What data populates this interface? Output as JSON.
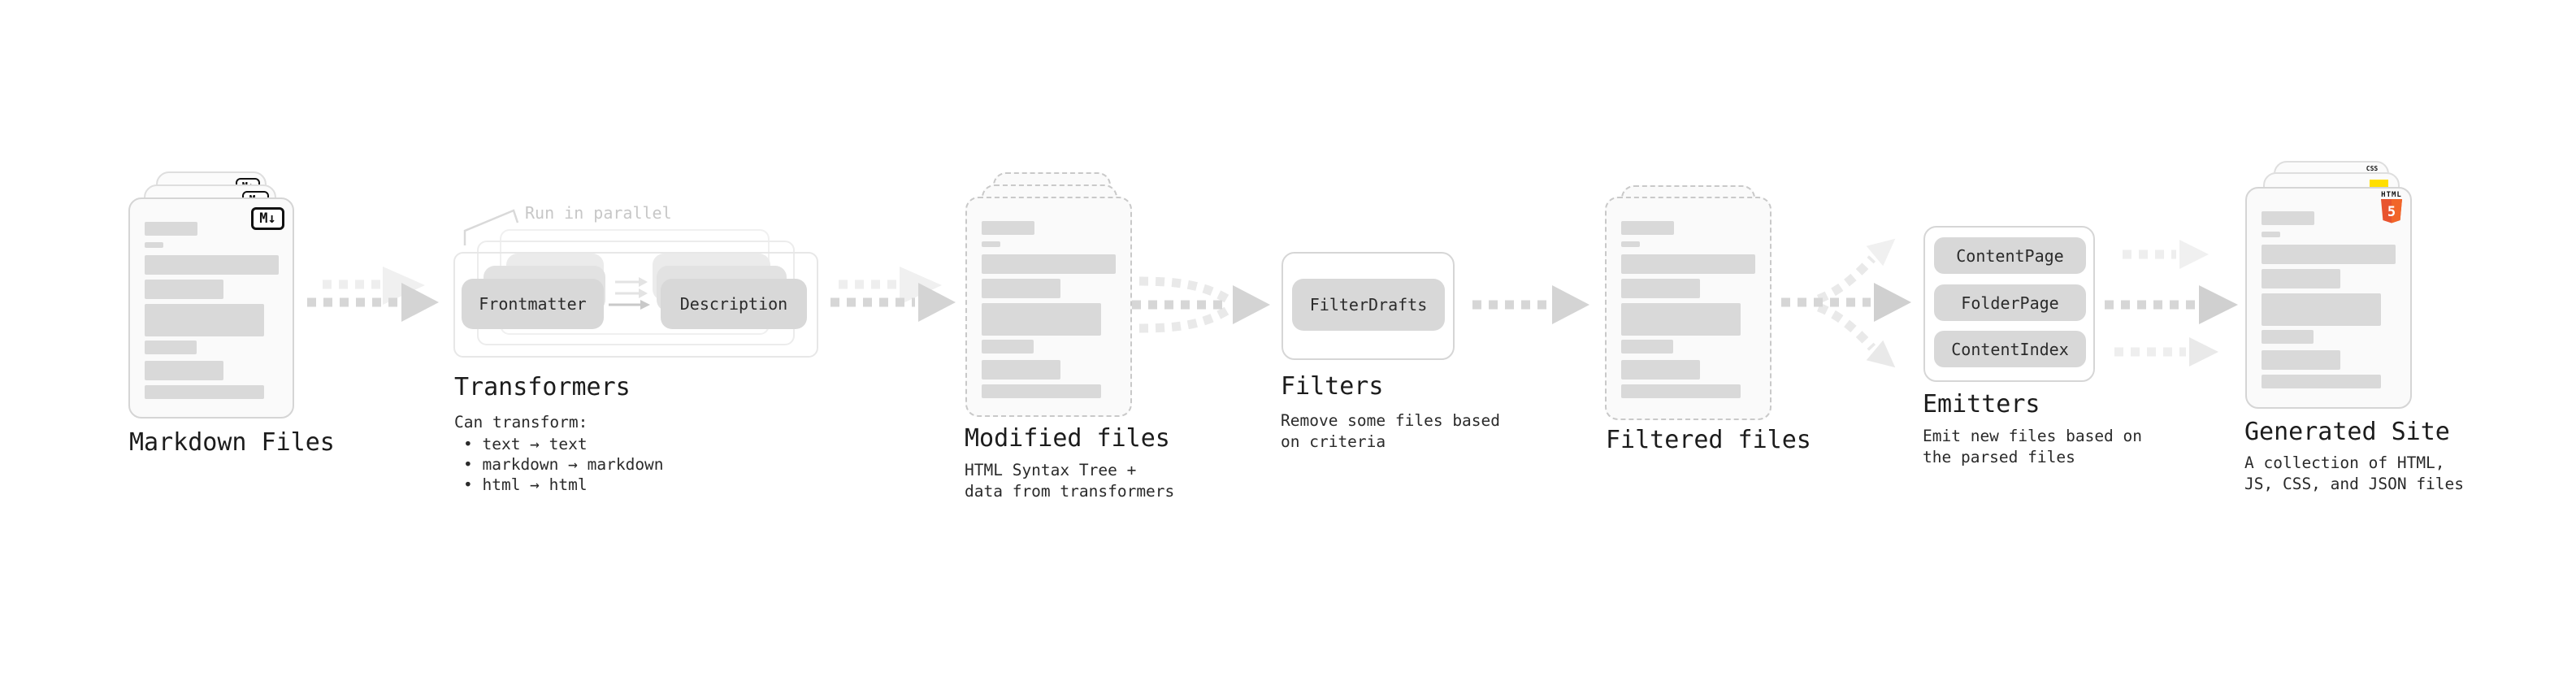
{
  "markdown_files": {
    "label": "Markdown Files",
    "badge": "M↓"
  },
  "transformers": {
    "note": "Run in parallel",
    "steps": [
      "Frontmatter",
      "Description"
    ],
    "label": "Transformers",
    "desc_title": "Can transform:",
    "bullets": [
      "• text → text",
      "• markdown → markdown",
      "• html → html"
    ]
  },
  "modified_files": {
    "label": "Modified files",
    "desc": [
      "HTML Syntax Tree +",
      "data from transformers"
    ]
  },
  "filters": {
    "button": "FilterDrafts",
    "label": "Filters",
    "desc": [
      "Remove some files based",
      "on criteria"
    ]
  },
  "filtered_files": {
    "label": "Filtered files"
  },
  "emitters": {
    "buttons": [
      "ContentPage",
      "FolderPage",
      "ContentIndex"
    ],
    "label": "Emitters",
    "desc": [
      "Emit new files based on",
      "the parsed files"
    ]
  },
  "generated_site": {
    "label": "Generated Site",
    "desc": [
      "A collection of HTML,",
      "JS, CSS, and JSON files"
    ],
    "html_badge": {
      "title": "HTML",
      "number": "5"
    },
    "css_badge": "CSS"
  },
  "colors": {
    "html5_orange": "#e8542f",
    "js_yellow": "#ffdf00",
    "css_blue": "#2f6fde",
    "card_border": "#d5d5d5",
    "dashed_border": "#c9c9c9",
    "arrow_gray": "#d6d6d6",
    "skeleton_gray": "#d9d9d9"
  }
}
